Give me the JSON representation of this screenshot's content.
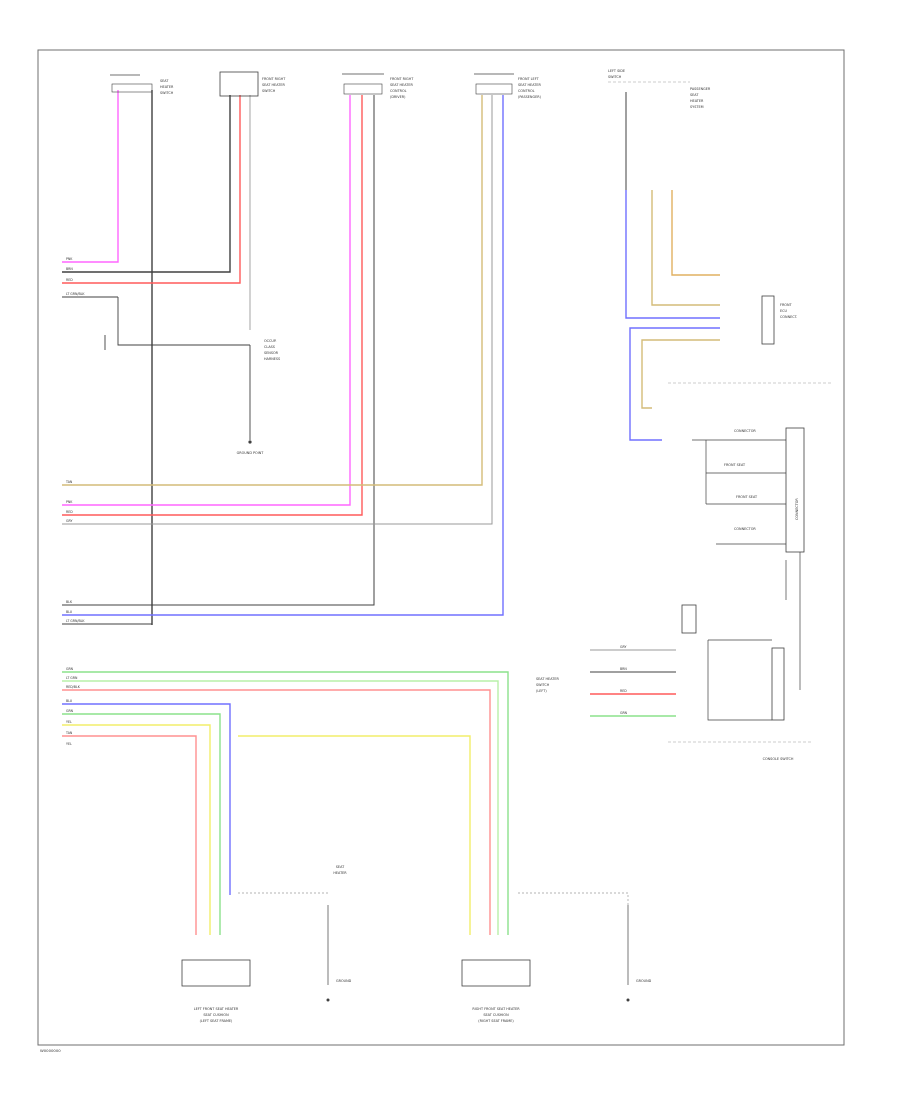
{
  "colors": {
    "pink": "#ff66ff",
    "red": "#ff5a5a",
    "salmon": "#ff9090",
    "black": "#404040",
    "gray": "#9a9a9a",
    "tan": "#d4bc78",
    "cream": "#eee0a0",
    "yellow": "#f2ee6a",
    "green": "#8be28b",
    "light_green": "#b8f0a8",
    "blue": "#7070ff",
    "orange_tan": "#e0b060",
    "frame": "#6f6f6f"
  },
  "top_components": [
    {
      "id": "c1",
      "label_lines": [
        "SEAT",
        "HEATER",
        "SWITCH"
      ]
    },
    {
      "id": "c2",
      "label_lines": [
        "FRONT RIGHT",
        "SEAT HEATER",
        "SWITCH"
      ]
    },
    {
      "id": "c3",
      "label_lines": [
        "FRONT RIGHT",
        "SEAT HEATER",
        "CONTROL",
        "(DRIVER)"
      ]
    },
    {
      "id": "c4",
      "label_lines": [
        "FRONT LEFT",
        "SEAT HEATER",
        "CONTROL",
        "(PASSENGER)"
      ]
    },
    {
      "id": "c5",
      "label_lines": [
        "LEFT SIDE",
        "SWITCH"
      ]
    },
    {
      "id": "c6",
      "label_lines": [
        "PASSENGER",
        "SEAT",
        "HEATER",
        "SYSTEM"
      ]
    }
  ],
  "left_wire_labels": {
    "g1": [
      "PNK",
      "BRN",
      "RED",
      "LT GRN/BLK"
    ],
    "g2": [
      "TAN"
    ],
    "g3": [
      "PNK",
      "RED",
      "GRY"
    ],
    "g4": [
      "BLK",
      "BLU",
      "LT GRN/BLK"
    ],
    "g5": [
      "GRN",
      "LT GRN",
      "RED/BLK",
      "BLU",
      "GRN",
      "YEL",
      "TAN",
      "YEL"
    ]
  },
  "mid_component": {
    "label_lines": [
      "OCCUP.",
      "CLASS",
      "SENSOR",
      "HARNESS"
    ]
  },
  "ground_mid": {
    "label_lines": [
      "GROUND POINT"
    ]
  },
  "right_connector": {
    "labels": [
      "FRONT",
      "ECU",
      "CONNECT."
    ]
  },
  "right_ecu_rows": [
    "CONNECTOR",
    "FRONT SEAT",
    "FRONT SEAT",
    "CONNECTOR"
  ],
  "right_ecu_side": "CONNECTOR",
  "heater_left_ground": "SEAT",
  "lower_right_side_labels": [
    "SEAT HEATER",
    "SWITCH",
    "(LEFT)"
  ],
  "lower_right_wire_labels": [
    "GRY",
    "BRN",
    "RED",
    "GRN"
  ],
  "lower_right_caption": "CONSOLE SWITCH",
  "bottom_components": [
    {
      "id": "b1",
      "label_lines": [
        "LEFT FRONT SEAT HEATER",
        "SEAT CUSHION",
        "(LEFT SEAT FRAME)"
      ]
    },
    {
      "id": "b2",
      "label_lines": [
        "GROUND"
      ]
    },
    {
      "id": "b3",
      "label_lines": [
        "RIGHT FRONT SEAT HEATER",
        "SEAT CUSHION",
        "(RIGHT SEAT FRAME)"
      ]
    },
    {
      "id": "b4",
      "label_lines": [
        "GROUND"
      ]
    }
  ],
  "bottom_mid_label": [
    "SEAT",
    "HEATER"
  ],
  "footer_code": "W0000000"
}
